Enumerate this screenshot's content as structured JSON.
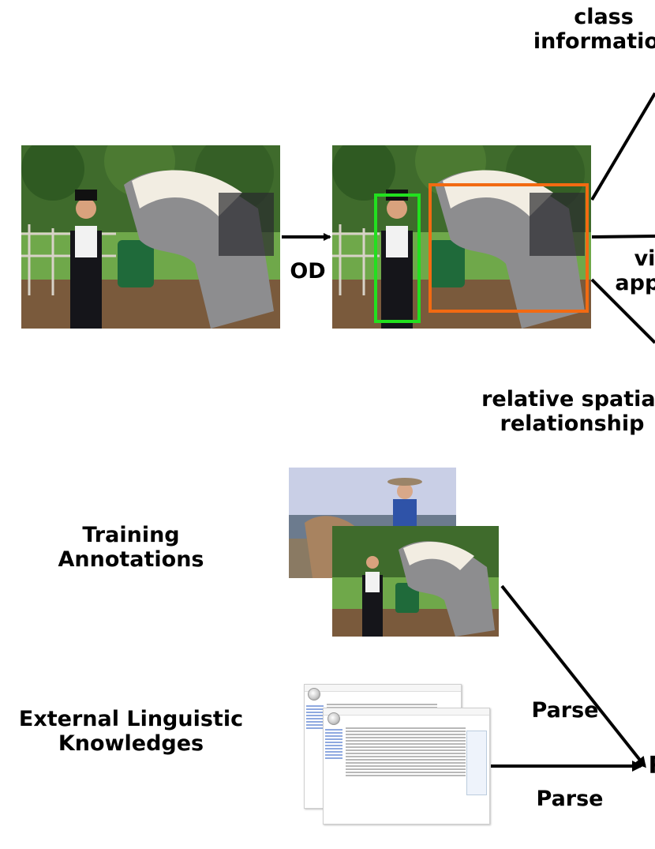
{
  "labels": {
    "class_information": "class\ninformation",
    "od": "OD",
    "visual_appearance": "vi\nappe",
    "relative_spatial": "relative spatial\nrelationship",
    "training_annotations": "Training\nAnnotations",
    "external_knowledge": "External Linguistic\nKnowledges",
    "parse_upper": "Parse",
    "parse_lower": "Parse",
    "cut_off_target": "R"
  },
  "colors": {
    "person_box": "#22e01f",
    "horse_box": "#f26a12",
    "arrow": "#000000"
  }
}
